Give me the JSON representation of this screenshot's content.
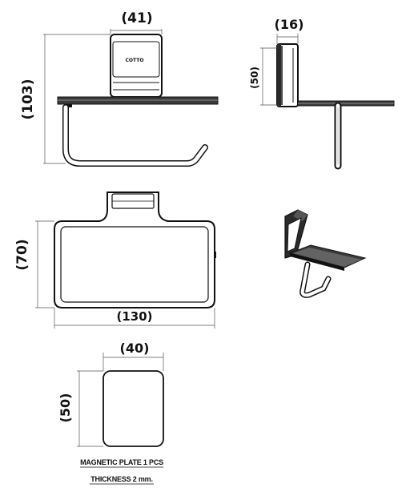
{
  "dimensions": {
    "front_width": "(41)",
    "front_height": "(103)",
    "side_depth": "(16)",
    "side_height": "(50)",
    "top_height": "(70)",
    "top_width": "(130)",
    "plate_width": "(40)",
    "plate_height": "(50)"
  },
  "brand_logo": "COTTO",
  "notes": {
    "plate": "MAGNETIC PLATE 1 PCS",
    "thickness": "THICKNESS 2 mm."
  },
  "colors": {
    "ink": "#111111",
    "dimension_line": "#555555",
    "shelf_fill": "#3a3a3a"
  }
}
